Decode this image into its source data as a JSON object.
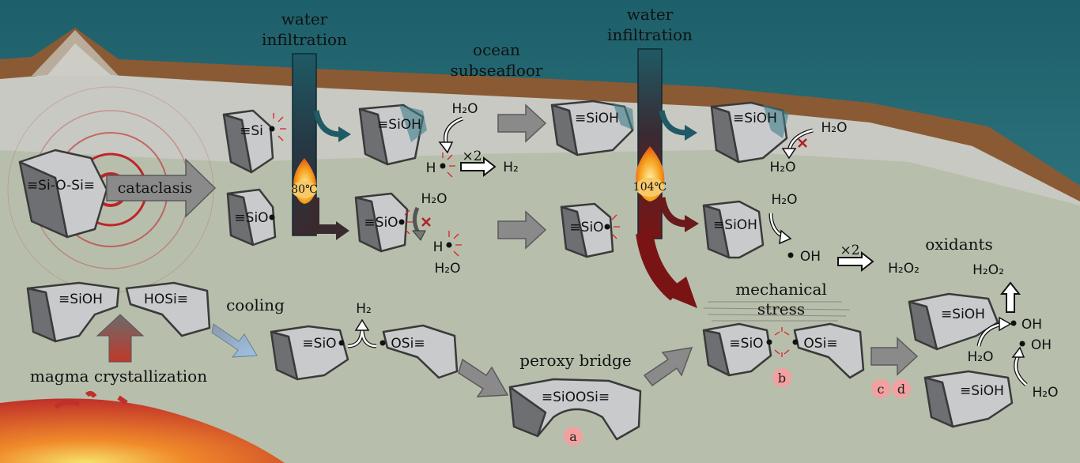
{
  "labels": {
    "water_infiltration_1": [
      "water",
      "infiltration"
    ],
    "water_infiltration_2": [
      "water",
      "infiltration"
    ],
    "ocean_subseafloor": [
      "ocean",
      "subseafloor"
    ],
    "temp_1": "80℃",
    "temp_2": "104℃",
    "cataclasis": "cataclasis",
    "cooling": "cooling",
    "magma_crystallization": "magma crystallization",
    "peroxy_bridge": "peroxy bridge",
    "mechanical_stress": [
      "mechanical",
      "stress"
    ],
    "oxidants": "oxidants",
    "times2_a": "×2",
    "times2_b": "×2"
  },
  "species": {
    "si_o_si": "≡Si-O-Si≡",
    "si_radical": "≡Si",
    "sio_radical": "≡SiO",
    "sioh": "≡SiOH",
    "hosi": "HOSi≡",
    "osi": "OSi≡",
    "siOOsi": "≡SiOOSi≡",
    "h2o": "H₂O",
    "h2": "H₂",
    "h": "H",
    "oh": "OH",
    "h2o2": "H₂O₂"
  },
  "badges": [
    "a",
    "b",
    "c",
    "d"
  ],
  "colors": {
    "ocean": "#2b6f79",
    "seafloor": "#8a5a34",
    "crust": "#c9cabf",
    "sediment": "#b8c0ad",
    "magma": "#d84a2a",
    "pipe_cold": "#1f5a65",
    "pipe_hot": "#7a1a1a",
    "badge": "#f2a0a0"
  }
}
